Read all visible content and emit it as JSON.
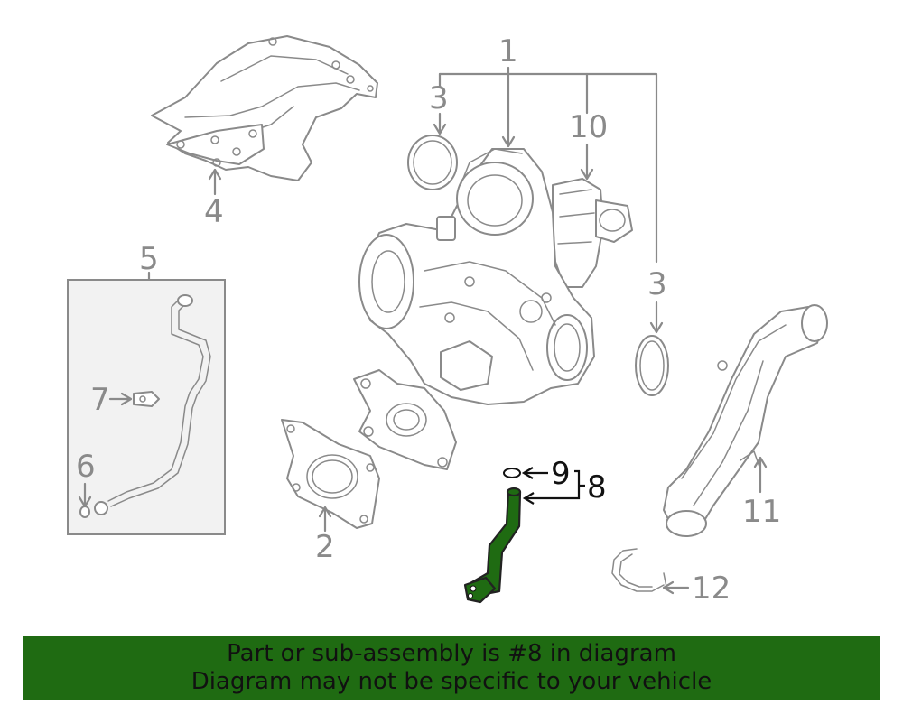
{
  "callouts": {
    "c1": "1",
    "c2": "2",
    "c3a": "3",
    "c3b": "3",
    "c4": "4",
    "c5": "5",
    "c6": "6",
    "c7": "7",
    "c8": "8",
    "c9": "9",
    "c10": "10",
    "c11": "11",
    "c12": "12"
  },
  "banner": {
    "line1": "Part or sub-assembly is #8 in diagram",
    "line2": "Diagram may not be specific to your vehicle"
  },
  "colors": {
    "highlight": "#1f6b12",
    "banner": "#1f6b12",
    "inset_box": "#f2f2f2",
    "line_art": "#8a8a8a"
  }
}
